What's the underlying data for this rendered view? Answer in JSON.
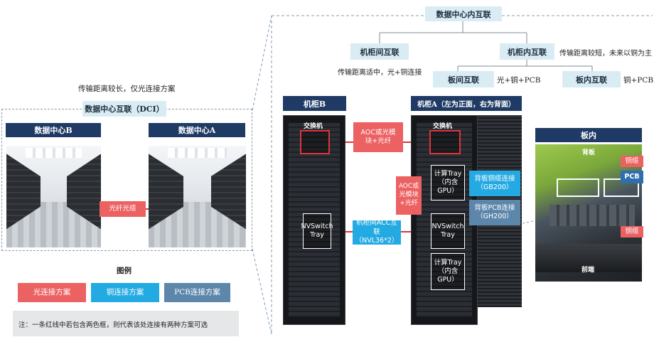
{
  "left": {
    "caption": "传输距离较长，仅光连接方案",
    "dci_title": "数据中心互联（DCI）",
    "dc_b": "数据中心B",
    "dc_a": "数据中心A",
    "fiber_cable": "光纤光缆"
  },
  "legend": {
    "title": "图例",
    "items": [
      "光连接方案",
      "铜连接方案",
      "PCB连接方案"
    ],
    "note": "注：一条红线中若包含两色框，则代表该处连接有两种方案可选"
  },
  "tree": {
    "root": "数据中心内互联",
    "inter_rack": "机柜间互联",
    "intra_rack": "机柜内互联",
    "inter_rack_note": "传输距离适中，光+铜连接",
    "intra_rack_note": "传输距离较短，未来以铜为主",
    "board_between": "板间互联",
    "board_between_note": "光+铜+PCB",
    "board_inside": "板内互联",
    "board_inside_note": "铜+PCB"
  },
  "cabinets": {
    "cabinet_b_title": "机柜B",
    "cabinet_a_title": "机柜A（左为正面，右为背面）",
    "switch_label": "交换机",
    "nvswitch_tray": "NVSwitch Tray",
    "compute_tray": "计算Tray（内含GPU）",
    "aoc_top": "AOC或光模块+光纤",
    "aoc_mid": "AOC或光模块+光纤",
    "acc_link": "机柜间ACC互联（NVL36*2）",
    "backplane_copper": "背板铜缆连接（GB200）",
    "backplane_pcb": "背板PCB连接（GH200）"
  },
  "board": {
    "title": "板内",
    "backplane": "背板",
    "copper_top": "铜缆",
    "pcb": "PCB",
    "copper_bottom": "铜缆",
    "front": "前端"
  },
  "colors": {
    "optical": "#ec6162",
    "copper": "#24aae2",
    "pcb": "#5d86ab",
    "navy": "#1f3a64",
    "light_blue": "#d9ecf4"
  }
}
